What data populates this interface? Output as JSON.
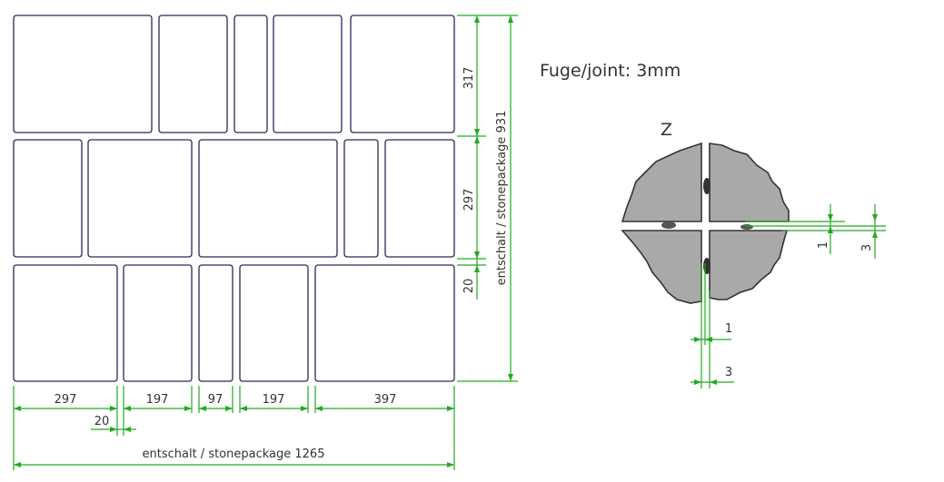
{
  "header": {
    "joint_note": "Fuge/joint: 3mm"
  },
  "detail": {
    "label": "Z"
  },
  "dimensions": {
    "width_values": [
      "297",
      "197",
      "97",
      "197",
      "397"
    ],
    "joint_gap": "20",
    "total_width": "entschalt / stonepackage 1265",
    "row_heights": [
      "317",
      "297"
    ],
    "row_joint": "20",
    "total_height": "entschalt / stonepackage 931",
    "detail_horizontal": [
      "1",
      "3"
    ],
    "detail_vertical": [
      "1",
      "3"
    ]
  },
  "colors": {
    "dimension_line": "#22aa22",
    "stone_outline": "#2a2a55",
    "detail_fill": "#a9a9a9"
  }
}
